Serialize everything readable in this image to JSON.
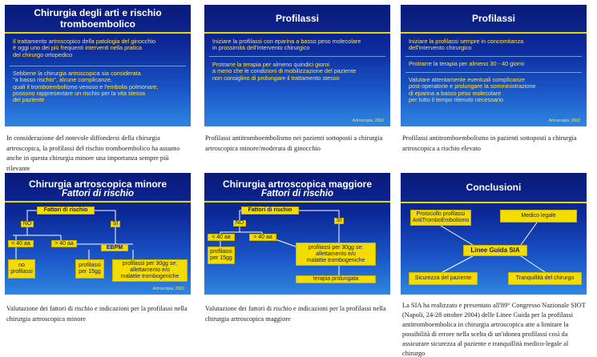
{
  "slides": [
    {
      "title": "Chirurgia degli arti e rischio tromboembolico",
      "paragraphs": [
        "Il trattamento artroscopico della patologia del ginocchio\nè oggi uno dei più frequenti interventi nella pratica\ndel chirurgo ortopedico",
        "Sebbene la chirurgia artroscopica sia considerata\n\"a basso rischio\", alcune complicanze,\nquali il tromboembolismo venoso e l'embolia polmonare,\npossono rappresentare un rischio per la vita stessa\ndel paziente"
      ],
      "caption": "In considerazione del notevole diffondersi della chirurgia artroscopica, la profilassi del rischio tromboembolico ha assunto anche in questa chirurgia minore una importanza sempre più rilevante"
    },
    {
      "title": "Profilassi",
      "paragraphs": [
        "Iniziare la profilassi con eparina a basso peso molecolare\nin prossimità dell'intervento chirurgico",
        "Protrarre la terapia per almeno quindici giorni\na meno che le condizioni di mobilizzazione del paziente\nnon consiglino di prolungare il trattamento stesso"
      ],
      "footer": "Artroscopia, 2002",
      "caption": "Profilassi antitromboembolismo nei pazienti sottoposti a chirurgia artroscopica minore/moderata di ginocchio"
    },
    {
      "title": "Profilassi",
      "paragraphs": [
        "Iniziare la profilassi sempre in concomitanza\ndell'intervento chirurgico",
        "Protrarre la terapia per almeno 30 - 40 giorni",
        "Valutare attentamente eventuali complicanze\npost-operatorie e prolungare la somministrazione\ndi eparina a basso peso molecolare\nper tutto il tempo ritenuto necessario"
      ],
      "footer": "Artroscopia, 2002",
      "caption": "Profilassi antitromboembolismo in pazienti sottoposti a chirurgia artroscopica a rischio elevato"
    },
    {
      "title": "Chirurgia artroscopica minore",
      "subtitle": "Fattori di rischio",
      "boxes": {
        "root": "Fattori di rischio",
        "no": "NO",
        "si": "SI",
        "lt40": "< 40 aa",
        "gt40": "> 40 aa",
        "ebpm": "EBPM",
        "no_profilassi": "no\nprofilassi",
        "profilassi15": "profilassi\nper 15gg",
        "profilassi30": "profilassi per 30gg se:\nallettamento e/o\nmalattie trombogeniche"
      },
      "footer": "Artroscopia, 2002",
      "caption": "Valutazione dei fattori di rischio e indicazioni per la profilassi nella chirurgia artroscopica minore"
    },
    {
      "title": "Chirurgia artroscopica maggiore",
      "subtitle": "Fattori di rischio",
      "boxes": {
        "root": "Fattori di rischio",
        "no": "NO",
        "si": "SI",
        "lt40": "< 40 aa",
        "gt40": "> 40 aa",
        "profilassi15": "profilassi\nper 15gg",
        "profilassi30": "profilassi per 30gg se:\nallettamento e/o\nmalattie trombogeniche",
        "terapia": "terapia prolungata"
      },
      "caption": "Valutazione dei fattori di rischio e indicazioni per la profilassi nella chirurgia artroscopica maggiore"
    },
    {
      "title": "Conclusioni",
      "boxes": {
        "protocollo": "Protocollo profilassi\nAntiTromboEmbolismo",
        "medico": "Medico legale",
        "linee": "Linee Guida SIA",
        "sicurezza": "Sicurezza del paziente",
        "tranquillita": "Tranquillità del chirurgo"
      },
      "caption": "La  SIA ha realizzato e presentato all'89° Congresso Nazionale SIOT (Napoli, 24-28 ottobre 2004) delle Linee Guida per la profilassi antitromboembolica in chirurgia artroscopica atte a limitare la possibilità di errore nella scelta di un'idonea profilassi così da assicurare sicurezza al paziente e tranquillità medico-legale al chirurgo"
    }
  ],
  "colors": {
    "slide_top": "#0a1a78",
    "slide_bottom": "#2f86e0",
    "accent_yellow": "#f3dc00",
    "text_yellow": "#ffe44a"
  }
}
